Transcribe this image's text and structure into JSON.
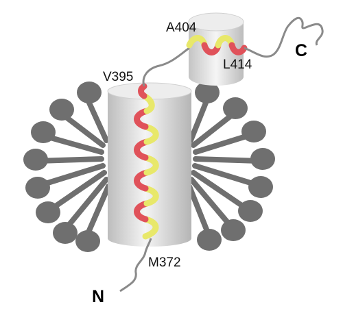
{
  "labels": {
    "a404": "A404",
    "l414": "L414",
    "v395": "V395",
    "m372": "M372",
    "n_terminus": "N",
    "c_terminus": "C"
  },
  "colors": {
    "lipid": "#6f6f6f",
    "helix_primary": "#e0525a",
    "helix_secondary": "#e8e86a",
    "cylinder_light": "#f2f2f2",
    "cylinder_dark": "#b9b9b9",
    "chain": "#8a8a8a"
  }
}
